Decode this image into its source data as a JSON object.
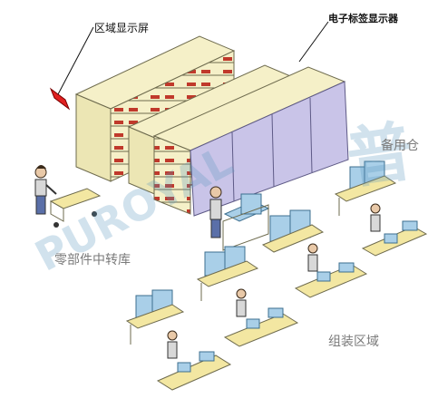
{
  "labels": {
    "area_display": "区域显示屏",
    "electronic_label": "电子标签显示器",
    "parts_transfer": "零部件中转库",
    "assembly_area": "组装区域",
    "spare_area": "备用仓"
  },
  "watermark": {
    "text": "PUROYAL",
    "chars": "普",
    "color": "#5a96be"
  },
  "colors": {
    "shelf": "#f5f0c8",
    "shelf_edge": "#6e6b4e",
    "panel": "#c9c4e8",
    "item_red": "#c0392b",
    "table": "#f3e7a2",
    "box": "#a9cfe8",
    "display": "#e02020"
  }
}
